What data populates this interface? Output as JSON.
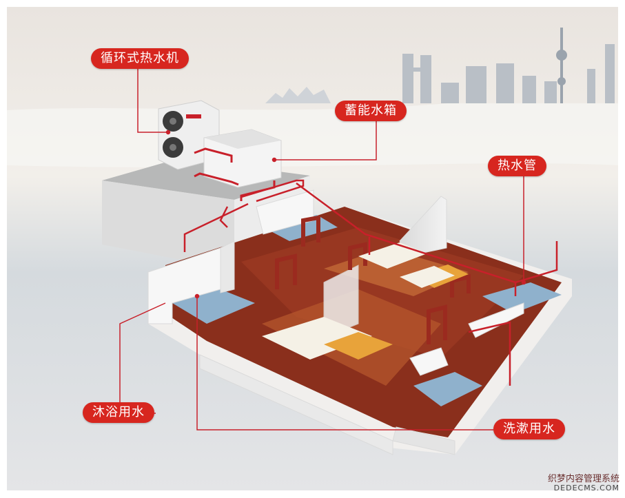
{
  "labels": {
    "unit": "循环式热水机",
    "tank": "蓄能水箱",
    "pipe": "热水管",
    "bath": "沐浴用水",
    "wash": "洗漱用水"
  },
  "watermark": {
    "line1": "织梦内容管理系统",
    "line2": "DEDECMS.COM"
  },
  "colors": {
    "accent": "#d7261f",
    "pipe": "#c8202a",
    "floor": "#8a2f1c",
    "wall": "#f2f0ee",
    "tile": "#8fb1cc"
  }
}
